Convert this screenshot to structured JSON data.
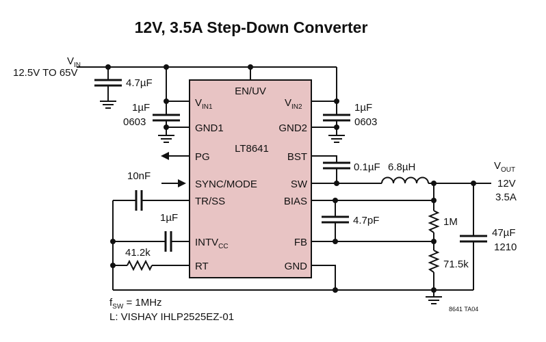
{
  "title": "12V, 3.5A Step-Down Converter",
  "colors": {
    "chip_fill": "#e8c4c4",
    "ink": "#111111"
  },
  "chip": {
    "name": "LT8641",
    "pins": {
      "en_uv": "EN/UV",
      "vin1": "V",
      "vin1_sub": "IN1",
      "vin2": "V",
      "vin2_sub": "IN2",
      "gnd1": "GND1",
      "gnd2": "GND2",
      "pg": "PG",
      "bst": "BST",
      "sync": "SYNC/MODE",
      "sw": "SW",
      "trss": "TR/SS",
      "bias": "BIAS",
      "intvcc": "INTV",
      "intvcc_sub": "CC",
      "fb": "FB",
      "rt": "RT",
      "gnd": "GND"
    }
  },
  "input": {
    "label": "V",
    "label_sub": "IN",
    "range": "12.5V TO 65V"
  },
  "output": {
    "label": "V",
    "label_sub": "OUT",
    "voltage": "12V",
    "current": "3.5A"
  },
  "components": {
    "cin_bulk": "4.7µF",
    "cin1_value": "1µF",
    "cin1_size": "0603",
    "cin2_value": "1µF",
    "cin2_size": "0603",
    "cbst": "0.1µF",
    "inductor": "6.8µH",
    "c_ss": "10nF",
    "c_intvcc": "1µF",
    "r_rt": "41.2k",
    "c_bias": "4.7pF",
    "r_top": "1M",
    "r_bot": "71.5k",
    "cout_value": "47µF",
    "cout_size": "1210"
  },
  "notes": {
    "fsw_prefix": "f",
    "fsw_sub": "SW",
    "fsw_value": " = 1MHz",
    "inductor_part": "L: VISHAY IHLP2525EZ-01",
    "figure_id": "8641 TA04"
  }
}
